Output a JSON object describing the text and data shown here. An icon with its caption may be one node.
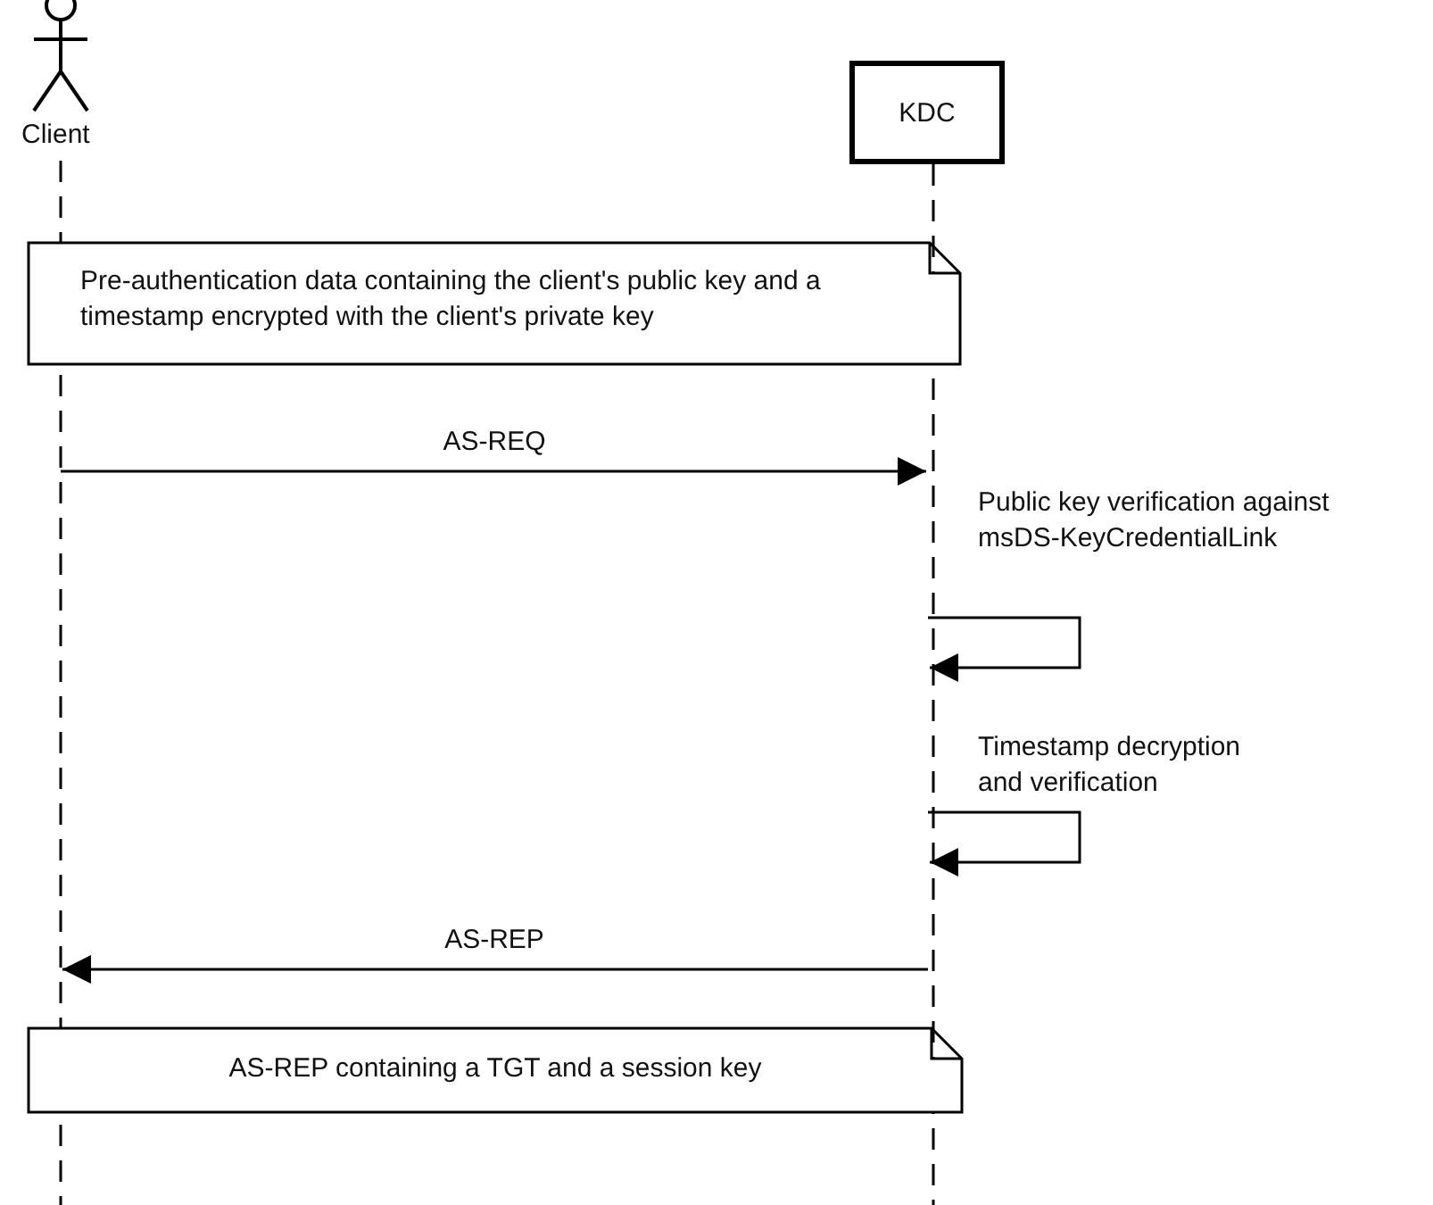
{
  "diagram": {
    "nodes": [
      {
        "text": [
          "Client"
        ]
      },
      {
        "text": [
          "KDC"
        ]
      },
      {
        "text": [
          "Pre-authentication data containing the client's public key and a timestamp encrypted with the client's private key"
        ]
      },
      {
        "text": [
          "AS-REP containing a TGT and a session key"
        ]
      }
    ],
    "edges": [
      {
        "from": 0,
        "to": 1,
        "arrow": "to",
        "label": "AS-REQ"
      },
      {
        "from": 1,
        "to": 1,
        "arrow": "to",
        "label": "Public key verification against msDS-KeyCredentialLink"
      },
      {
        "from": 1,
        "to": 1,
        "arrow": "to",
        "label": "Timestamp decryption and verification"
      },
      {
        "from": 1,
        "to": 0,
        "arrow": "to",
        "label": "AS-REP"
      }
    ]
  }
}
